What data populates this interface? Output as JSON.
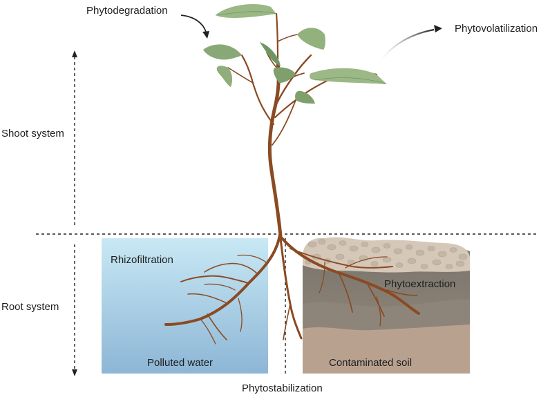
{
  "labels": {
    "phytodegradation": "Phytodegradation",
    "phytovolatilization": "Phytovolatilization",
    "shoot_system": "Shoot system",
    "root_system": "Root system",
    "rhizofiltration": "Rhizofiltration",
    "phytoextraction": "Phytoextraction",
    "polluted_water": "Polluted water",
    "contaminated_soil": "Contaminated soil",
    "phytostabilization": "Phytostabilization"
  },
  "colors": {
    "water_top": "#c6e6f3",
    "water_bottom": "#8fb9d8",
    "soil_top": "#7c776f",
    "soil_mid": "#8d8377",
    "soil_bottom": "#b8a08e",
    "pebbles": "#d8cbbd",
    "stem": "#8a4a22",
    "leaf": "#93b17d",
    "leaf_dark": "#6f9763",
    "dashed_line": "#222222"
  }
}
